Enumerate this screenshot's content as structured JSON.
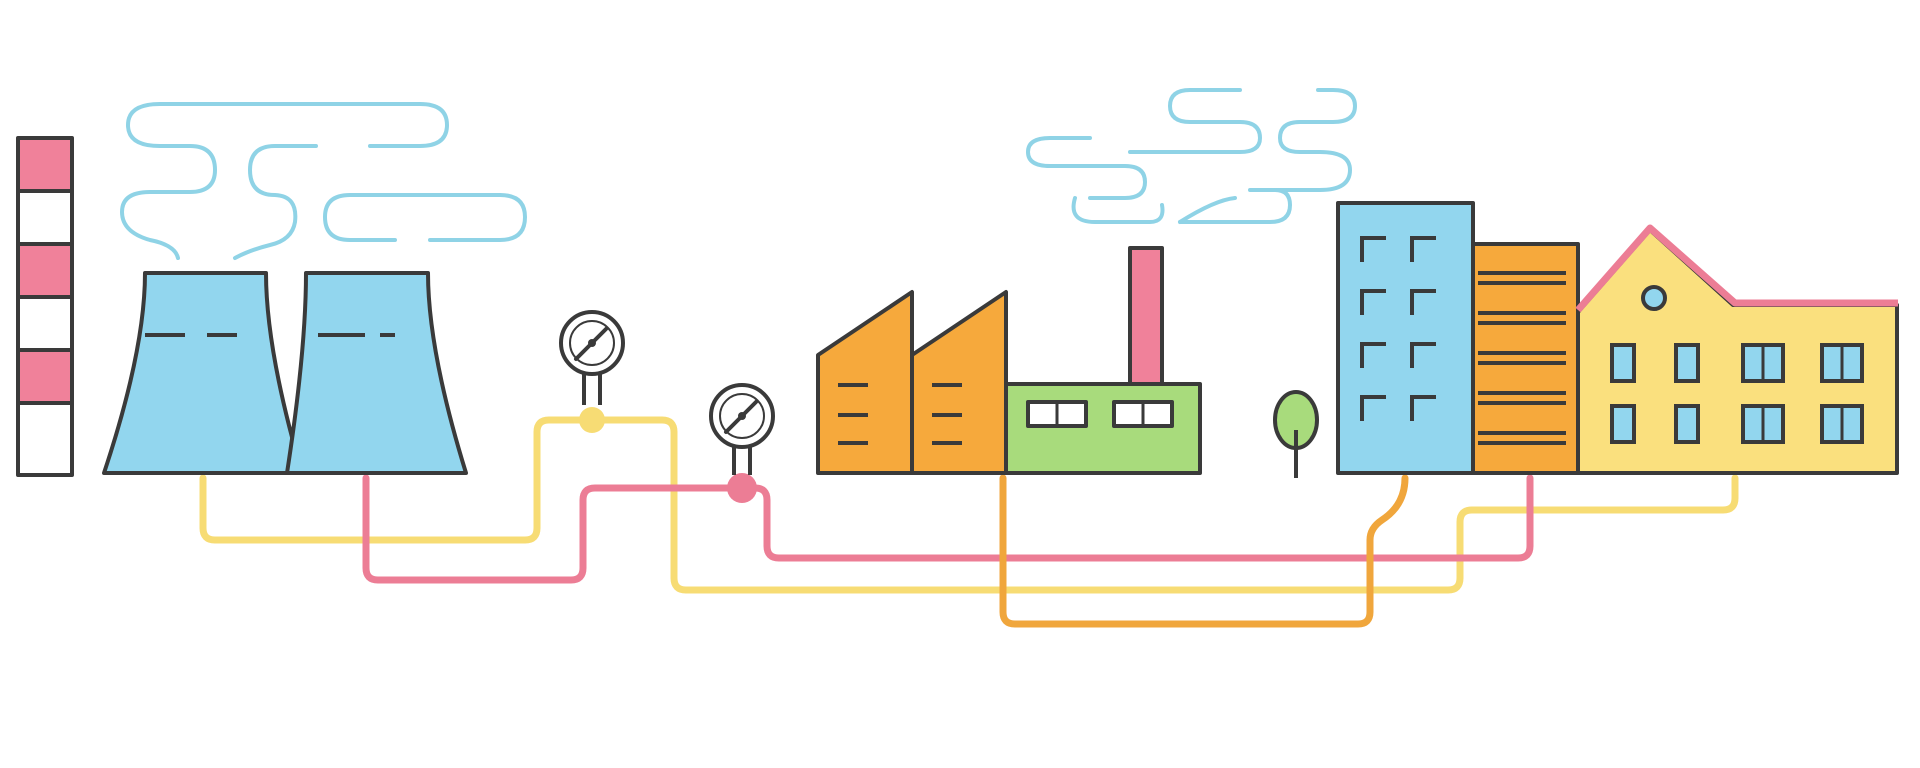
{
  "scene": {
    "description_items": [
      "striped-chimney",
      "cooling-towers",
      "pressure-gauges",
      "factory",
      "tree",
      "office-tower",
      "apartment-block",
      "school-house"
    ],
    "colors": {
      "background": "#ffffff",
      "outline": "#3a3a3a",
      "sky_blue": "#92d6ee",
      "smoke_blue": "#8fd3e6",
      "pink_pipe": "#ec7d95",
      "yellow_pipe": "#f7dc74",
      "orange_pipe": "#f0a63c",
      "orange_building": "#f6a93c",
      "green_building": "#a8db7c",
      "yellow_building": "#fae07e",
      "chimney_red": "#f0819a"
    },
    "icons": [
      "cooling-tower-icon",
      "gauge-icon",
      "factory-icon",
      "tree-icon",
      "building-icon",
      "house-icon",
      "chimney-icon",
      "smoke-icon"
    ]
  }
}
